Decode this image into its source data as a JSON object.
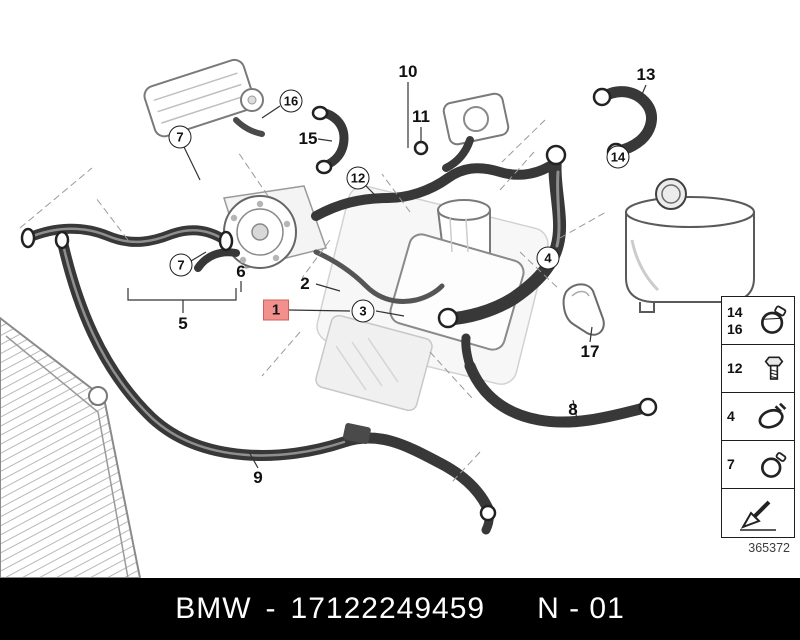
{
  "diagram": {
    "number": "365372",
    "highlight_color": "#f2908d",
    "callouts": [
      {
        "label": "16",
        "style": "circle"
      },
      {
        "label": "15",
        "style": "plain"
      },
      {
        "label": "7",
        "style": "circle"
      },
      {
        "label": "10",
        "style": "plain"
      },
      {
        "label": "11",
        "style": "plain"
      },
      {
        "label": "12",
        "style": "circle"
      },
      {
        "label": "13",
        "style": "plain"
      },
      {
        "label": "14",
        "style": "circle"
      },
      {
        "label": "7",
        "style": "circle"
      },
      {
        "label": "6",
        "style": "plain"
      },
      {
        "label": "5",
        "style": "plain"
      },
      {
        "label": "2",
        "style": "plain"
      },
      {
        "label": "1",
        "style": "box-red"
      },
      {
        "label": "3",
        "style": "circle"
      },
      {
        "label": "4",
        "style": "circle"
      },
      {
        "label": "17",
        "style": "plain"
      },
      {
        "label": "8",
        "style": "plain"
      },
      {
        "label": "9",
        "style": "plain"
      }
    ]
  },
  "legend": {
    "cells": [
      {
        "labels": [
          "14",
          "16"
        ],
        "icon": "hose-clamp-icon"
      },
      {
        "labels": [
          "12"
        ],
        "icon": "screw-icon"
      },
      {
        "labels": [
          "4"
        ],
        "icon": "band-clamp-icon"
      },
      {
        "labels": [
          "7"
        ],
        "icon": "hose-clamp-small-icon"
      },
      {
        "labels": [],
        "icon": "direction-arrow-icon"
      }
    ]
  },
  "footer": {
    "brand": "BMW",
    "separator": "-",
    "part_number": "17122249459",
    "catalog_code": "N - 01",
    "bg_color": "#000000",
    "text_color": "#ffffff"
  }
}
